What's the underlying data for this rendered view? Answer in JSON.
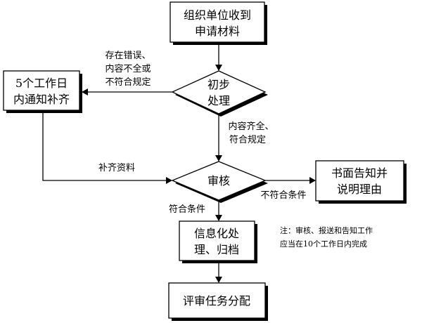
{
  "nodes": {
    "receive": {
      "lines": [
        "组织单位收到",
        "申请材料"
      ]
    },
    "initial": {
      "lines": [
        "初步",
        "处理"
      ]
    },
    "supplement_notice": {
      "lines": [
        "5个工作日",
        "内通知补齐"
      ]
    },
    "review": {
      "lines": [
        "审核"
      ]
    },
    "written_notice": {
      "lines": [
        "书面告知并",
        "说明理由"
      ]
    },
    "archive": {
      "lines": [
        "信息化处",
        "理、归档"
      ]
    },
    "assign": {
      "lines": [
        "评审任务分配"
      ]
    }
  },
  "edges": {
    "to_supplement": {
      "lines": [
        "存在错误、",
        "内容不全或",
        "不符合规定"
      ]
    },
    "initial_ok": {
      "lines": [
        "内容齐全、",
        "符合规定"
      ]
    },
    "supplement_done": {
      "lines": [
        "补齐资料"
      ]
    },
    "review_fail": {
      "lines": [
        "不符合条件"
      ]
    },
    "review_pass": {
      "lines": [
        "符合条件"
      ]
    }
  },
  "note": {
    "lines": [
      "注：审核、报送和告知工作",
      "应当在10个工作日内完成"
    ]
  }
}
